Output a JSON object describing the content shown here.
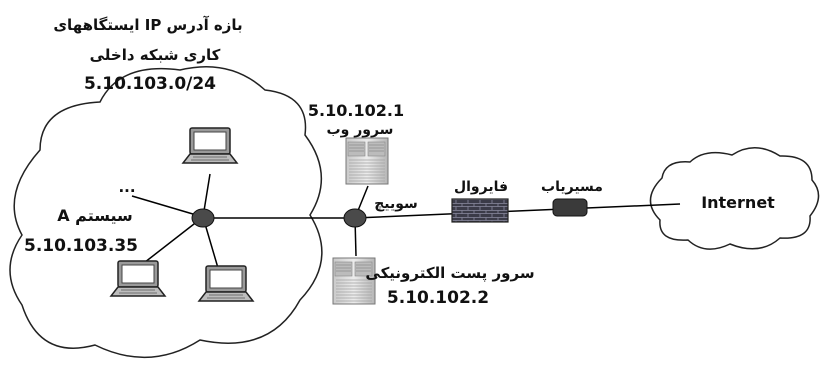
{
  "internal_range": {
    "line1": "بازه آدرس IP ایستگاههای",
    "line2": "کاری شبکه داخلی",
    "cidr": "5.10.103.0/24"
  },
  "ellipsis": "...",
  "system_a": {
    "name": "سیستم A",
    "ip": "5.10.103.35"
  },
  "web_server": {
    "ip": "5.10.102.1",
    "name": "سرور وب"
  },
  "switch_label": "سوییچ",
  "mail_server": {
    "name": "سرور پست الکترونیکی",
    "ip": "5.10.102.2"
  },
  "firewall_label": "فایروال",
  "router_label": "مسیریاب",
  "internet_label": "Internet",
  "colors": {
    "line": "#000000",
    "hub": "#4a4a4a",
    "router": "#3a3a3a",
    "firewall": "#2e2e3a"
  }
}
